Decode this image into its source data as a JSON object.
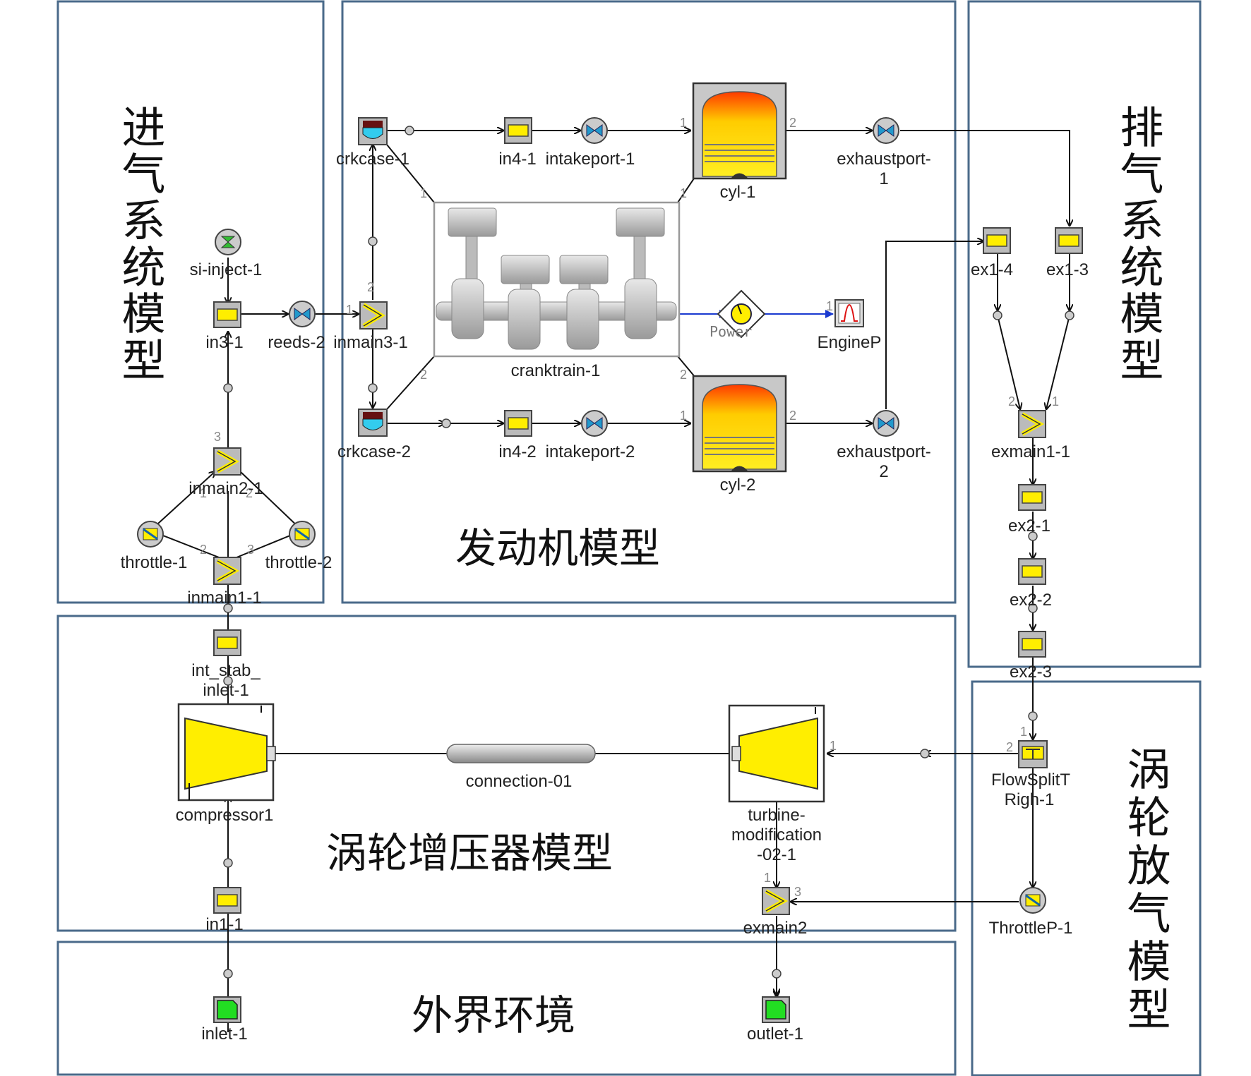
{
  "regions": {
    "intake": "进气系统模型",
    "engine": "发动机模型",
    "exhaust": "排气系统模型",
    "turbocharger": "涡轮增压器模型",
    "wastegate": "涡轮放气模型",
    "environment": "外界环境"
  },
  "components": {
    "si_inject": "si-inject-1",
    "in3_1": "in3-1",
    "reeds_2": "reeds-2",
    "inmain3_1": "inmain3-1",
    "inmain2_1": "inmain2-1",
    "throttle_1": "throttle-1",
    "throttle_2": "throttle-2",
    "inmain1_1": "inmain1-1",
    "int_stab_1": "int_stab_",
    "int_stab_2": "inlet-1",
    "compressor": "compressor1",
    "in1_1": "in1-1",
    "inlet": "inlet-1",
    "crkcase_1": "crkcase-1",
    "crkcase_2": "crkcase-2",
    "in4_1": "in4-1",
    "in4_2": "in4-2",
    "intakeport_1": "intakeport-1",
    "intakeport_2": "intakeport-2",
    "cyl_1": "cyl-1",
    "cyl_2": "cyl-2",
    "cranktrain": "cranktrain-1",
    "power": "Power",
    "enginep": "EngineP",
    "exhaustport_1a": "exhaustport-",
    "exhaustport_1b": "1",
    "exhaustport_2a": "exhaustport-",
    "exhaustport_2b": "2",
    "ex1_4": "ex1-4",
    "ex1_3": "ex1-3",
    "exmain1_1": "exmain1-1",
    "ex2_1": "ex2-1",
    "ex2_2": "ex2-2",
    "ex2_3": "ex2-3",
    "flowsplit_a": "FlowSplitT",
    "flowsplit_b": "Righ-1",
    "throttlep": "ThrottleP-1",
    "connection": "connection-01",
    "turbine_a": "turbine-",
    "turbine_b": "modification",
    "turbine_c": "-02-1",
    "exmain2": "exmain2",
    "outlet": "outlet-1"
  },
  "port_labels": [
    "1",
    "2",
    "3"
  ],
  "colors": {
    "region_border": "#4a6a8a",
    "component_fill": "#ffee00",
    "boundary_fill": "#22dd22",
    "valve_fill": "#66ccee",
    "signal_line": "#1a3ad0"
  }
}
